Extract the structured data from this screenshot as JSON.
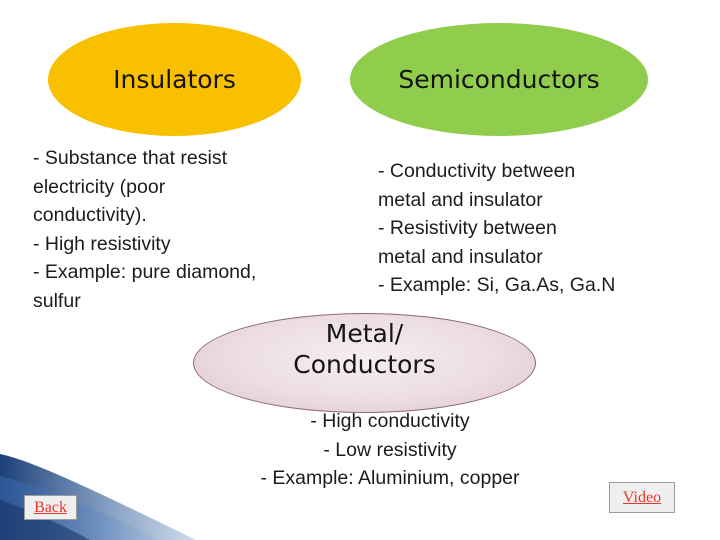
{
  "insulators": {
    "title": "Insulators",
    "text": "- Substance that resist\nelectricity (poor\nconductivity).\n- High resistivity\n- Example: pure diamond,\nsulfur"
  },
  "semiconductors": {
    "title": "Semiconductors",
    "text": "- Conductivity between\nmetal and insulator\n- Resistivity between\nmetal and insulator\n- Example: Si, Ga.As, Ga.N"
  },
  "conductors": {
    "title": "Metal/\nConductors",
    "text": "- High conductivity\n- Low resistivity\n- Example: Aluminium, copper"
  },
  "nav": {
    "back_label": "Back",
    "video_label": "Video"
  },
  "colors": {
    "insulators_fill": "#f9c000",
    "semiconductors_fill": "#91cd4c",
    "conductors_fill": "#ecdde2",
    "link_text": "#e8362a",
    "corner_swoosh": "#2a4e86"
  }
}
